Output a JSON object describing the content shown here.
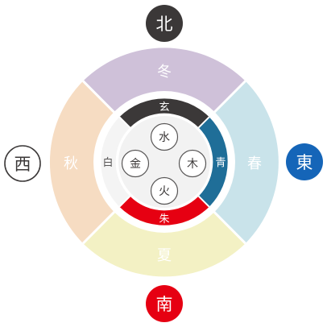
{
  "directions": {
    "north": {
      "label": "北",
      "bg": "#3b3838",
      "fg": "#ffffff",
      "border": null
    },
    "south": {
      "label": "南",
      "bg": "#e60012",
      "fg": "#ffffff",
      "border": null
    },
    "east": {
      "label": "東",
      "bg": "#1565b8",
      "fg": "#ffffff",
      "border": null
    },
    "west": {
      "label": "西",
      "bg": "#ffffff",
      "fg": "#3b3838",
      "border": "#3b3838"
    }
  },
  "seasons": {
    "winter": {
      "label": "冬",
      "color": "#cfc1d9"
    },
    "spring": {
      "label": "春",
      "color": "#c9e3ea"
    },
    "summer": {
      "label": "夏",
      "color": "#f3f1c4"
    },
    "autumn": {
      "label": "秋",
      "color": "#f6dcc2"
    }
  },
  "guardians": {
    "north": {
      "label": "玄",
      "color": "#3b3838",
      "fg": "#ffffff"
    },
    "east": {
      "label": "青",
      "color": "#1f6e98",
      "fg": "#ffffff"
    },
    "south": {
      "label": "朱",
      "color": "#e60012",
      "fg": "#ffffff"
    },
    "west": {
      "label": "白",
      "color": "#f4f4f4",
      "fg": "#595757"
    }
  },
  "elements": {
    "water": {
      "label": "水"
    },
    "wood": {
      "label": "木"
    },
    "fire": {
      "label": "火"
    },
    "metal": {
      "label": "金"
    }
  },
  "colors": {
    "center_bg": "#f2f2f2",
    "element_circle_fill": "#ffffff",
    "element_circle_stroke": "#595757",
    "element_text": "#3b3838",
    "separator": "#ffffff"
  }
}
